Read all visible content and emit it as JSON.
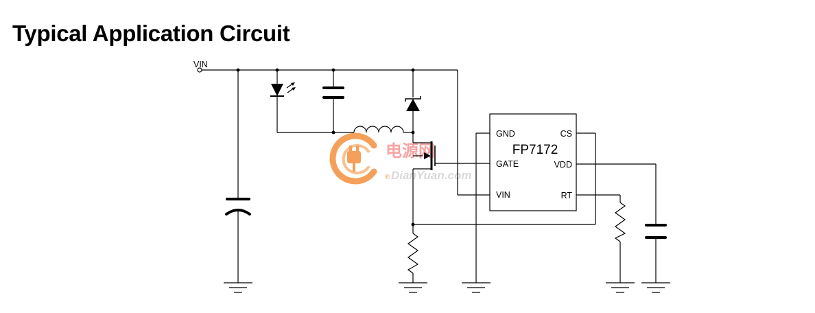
{
  "title": "Typical Application Circuit",
  "schematic": {
    "input_label": "VIN",
    "ic": {
      "name": "FP7172",
      "pins_left": [
        "GND",
        "GATE",
        "VIN"
      ],
      "pins_right": [
        "CS",
        "VDD",
        "RT"
      ]
    },
    "components": [
      "input-capacitor",
      "led",
      "output-capacitor",
      "inductor",
      "schottky-diode",
      "mosfet",
      "sense-resistor",
      "rt-resistor",
      "vdd-capacitor"
    ]
  },
  "watermark": {
    "cn": "电源网",
    "en": "DianYuan.com",
    "mark": "®",
    "color": "#f5a05a"
  }
}
